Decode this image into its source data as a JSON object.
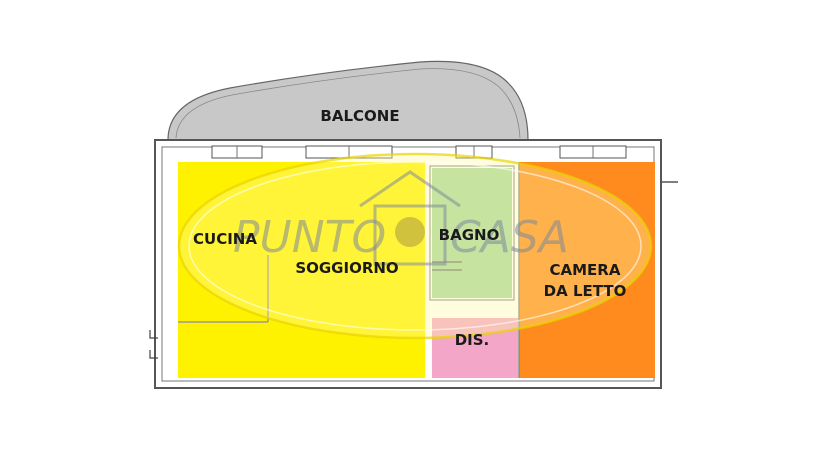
{
  "rooms": {
    "balcone": "BALCONE",
    "cucina": "CUCINA",
    "soggiorno": "SOGGIORNO",
    "bagno": "BAGNO",
    "camera_line1": "CAMERA",
    "camera_line2": "DA LETTO",
    "dis": "DIS."
  },
  "watermark": {
    "part1": "PUNTO",
    "part2": "CASA"
  },
  "colors": {
    "balcone": "#c8c8c8",
    "cucina_soggiorno": "#fff200",
    "bagno": "#a8d8a0",
    "camera": "#ff8a1e",
    "dis": "#f4a6c8",
    "walls": "#555555",
    "watermark_oval": "#fff9a0"
  }
}
